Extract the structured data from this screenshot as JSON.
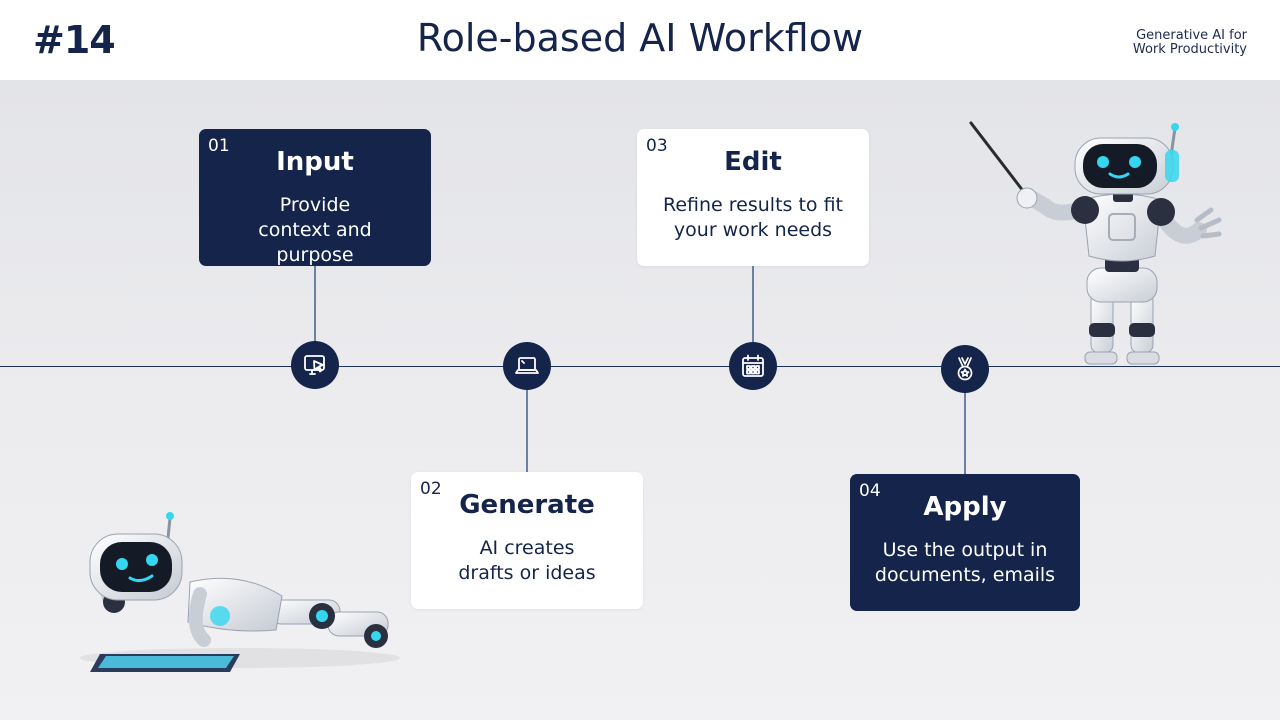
{
  "header": {
    "slide_number": "#14",
    "title": "Role-based AI Workflow",
    "course_line1": "Generative AI for",
    "course_line2": "Work Productivity"
  },
  "steps": [
    {
      "number": "01",
      "title": "Input",
      "description": "Provide context and purpose",
      "icon": "screen-pointer-icon"
    },
    {
      "number": "02",
      "title": "Generate",
      "description": "AI creates drafts or ideas",
      "icon": "laptop-icon"
    },
    {
      "number": "03",
      "title": "Edit",
      "description": "Refine results to fit your work needs",
      "icon": "calendar-icon"
    },
    {
      "number": "04",
      "title": "Apply",
      "description": "Use the output in documents, emails",
      "icon": "medal-icon"
    }
  ],
  "colors": {
    "navy": "#14244a",
    "connector": "#6b81a4",
    "robot_eye": "#35d7f0",
    "card_light": "#ffffff"
  }
}
